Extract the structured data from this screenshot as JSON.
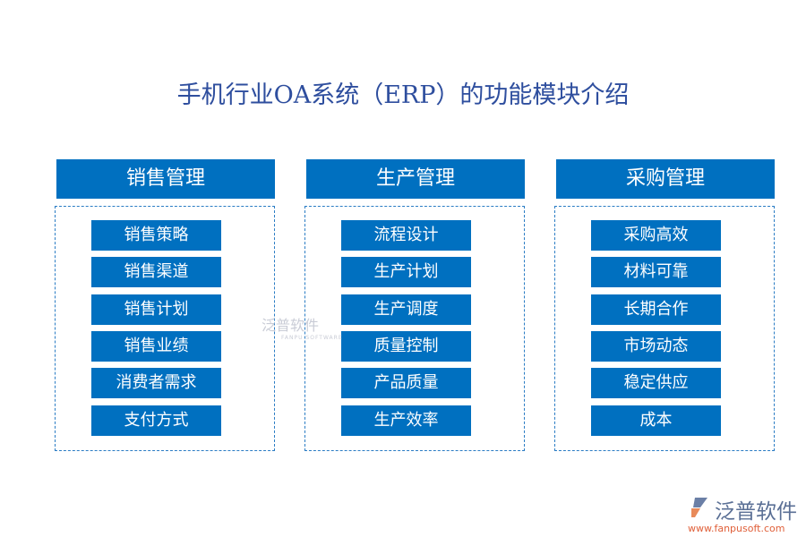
{
  "title": "手机行业OA系统（ERP）的功能模块介绍",
  "columns": [
    {
      "header": "销售管理",
      "items": [
        "销售策略",
        "销售渠道",
        "销售计划",
        "销售业绩",
        "消费者需求",
        "支付方式"
      ]
    },
    {
      "header": "生产管理",
      "items": [
        "流程设计",
        "生产计划",
        "生产调度",
        "质量控制",
        "产品质量",
        "生产效率"
      ]
    },
    {
      "header": "采购管理",
      "items": [
        "采购高效",
        "材料可靠",
        "长期合作",
        "市场动态",
        "稳定供应",
        "成本"
      ]
    }
  ],
  "watermark": {
    "cn": "泛普软件",
    "en": "FANPU SOFTWARE"
  },
  "logo": {
    "cn": "泛普软件",
    "url": "www.fanpusoft.com"
  },
  "colors": {
    "header": "#0070c0",
    "title": "#2e4e9e",
    "border": "#2a7cc4"
  }
}
